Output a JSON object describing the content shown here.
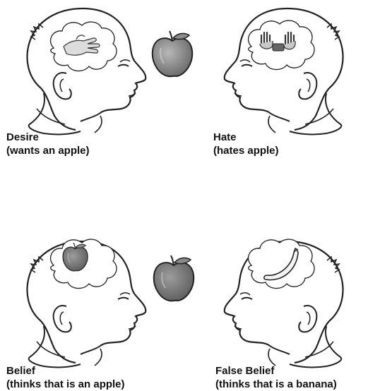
{
  "panels": {
    "desire": {
      "title": "Desire",
      "caption": "(wants an apple)",
      "thought": "hand-reaching-icon"
    },
    "hate": {
      "title": "Hate",
      "caption": "(hates apple)",
      "thought": "pushing-hands-icon"
    },
    "belief": {
      "title": "Belief",
      "caption": "(thinks that is an apple)",
      "thought": "apple-icon"
    },
    "false_belief": {
      "title": "False Belief",
      "caption": "(thinks that is a banana)",
      "thought": "banana-icon"
    }
  },
  "colors": {
    "line": "#222222",
    "apple_dark": "#6f6f6f",
    "apple_light": "#a9a9a9",
    "leaf": "#8a8a8a",
    "background": "#ffffff"
  }
}
